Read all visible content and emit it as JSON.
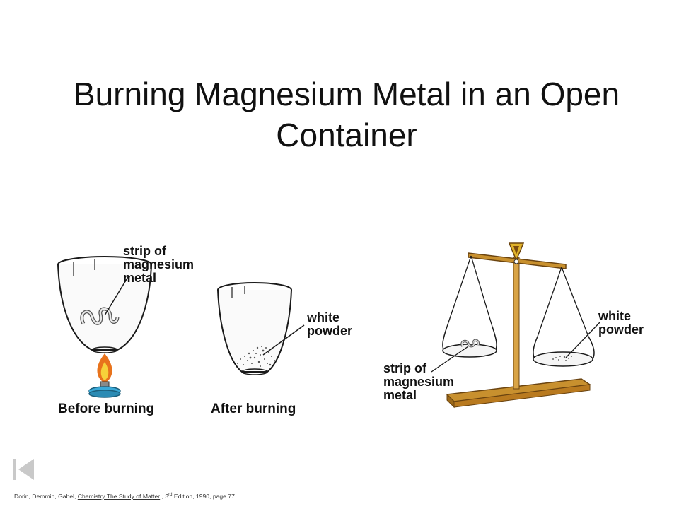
{
  "slide": {
    "title": "Burning Magnesium Metal in an Open Container"
  },
  "figure_left": {
    "label_strip": [
      "strip of",
      "magnesium",
      "metal"
    ],
    "label_powder": [
      "white",
      "powder"
    ],
    "caption_before": "Before burning",
    "caption_after": "After burning"
  },
  "figure_right": {
    "label_powder": [
      "white",
      "powder"
    ],
    "label_strip": [
      "strip of",
      "magnesium",
      "metal"
    ]
  },
  "citation": {
    "authors": "Dorin, Demmin, Gabel,",
    "book": "Chemistry The Study of Matter",
    "edition_pre": " , 3",
    "edition_sup": "rd",
    "edition_post": " Edition, 1990, page 77"
  },
  "navigation": {
    "first_icon": "skip-to-first-icon"
  },
  "colors": {
    "balance_wood": "#c8902e",
    "balance_base": "#b97a1f",
    "flame_outer": "#e8731c",
    "flame_inner": "#f6d23a",
    "burner_blue": "#3aa9d8",
    "glass_outline": "#1a1a1a"
  }
}
